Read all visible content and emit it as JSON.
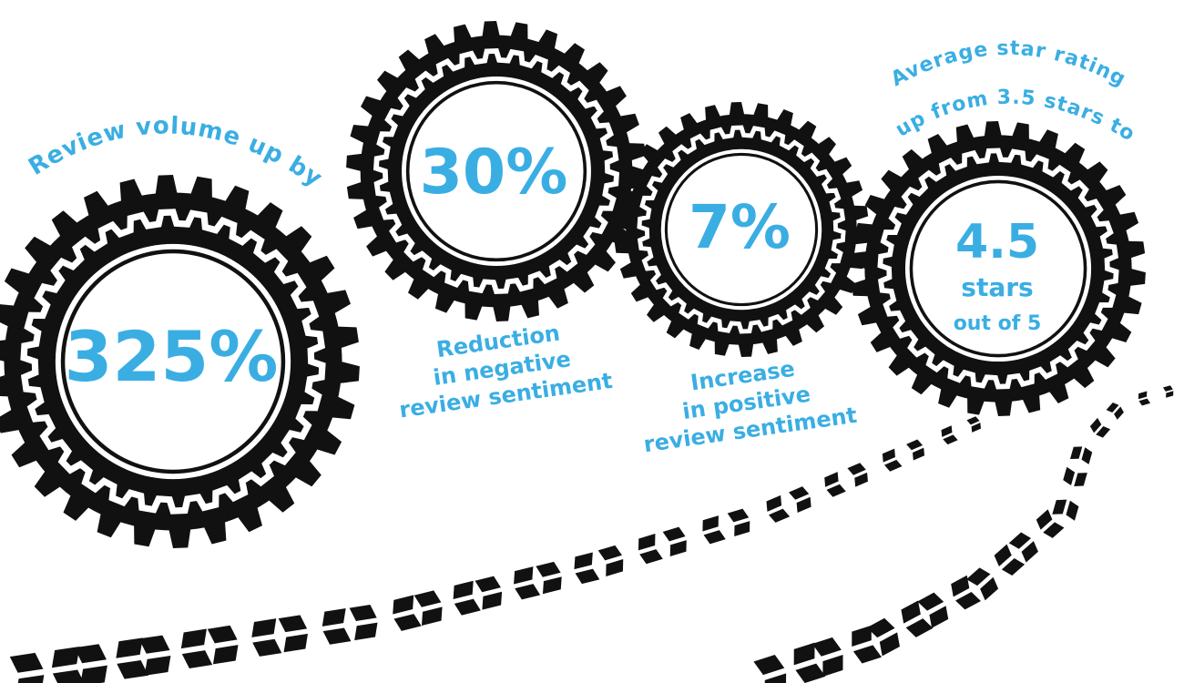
{
  "colors": {
    "accent": "#3aaee3",
    "tire": "#111111",
    "background": "#ffffff"
  },
  "stats": [
    {
      "caption": "Review volume up by",
      "value": "325%"
    },
    {
      "value": "30%",
      "caption_lines": [
        "Reduction",
        "in negative",
        "review sentiment"
      ]
    },
    {
      "value": "7%",
      "caption_lines": [
        "Increase",
        "in positive",
        "review sentiment"
      ]
    },
    {
      "caption_lines": [
        "Average star rating",
        "up from 3.5 stars to"
      ],
      "value": "4.5",
      "unit": "stars",
      "sub": "out of 5"
    }
  ]
}
